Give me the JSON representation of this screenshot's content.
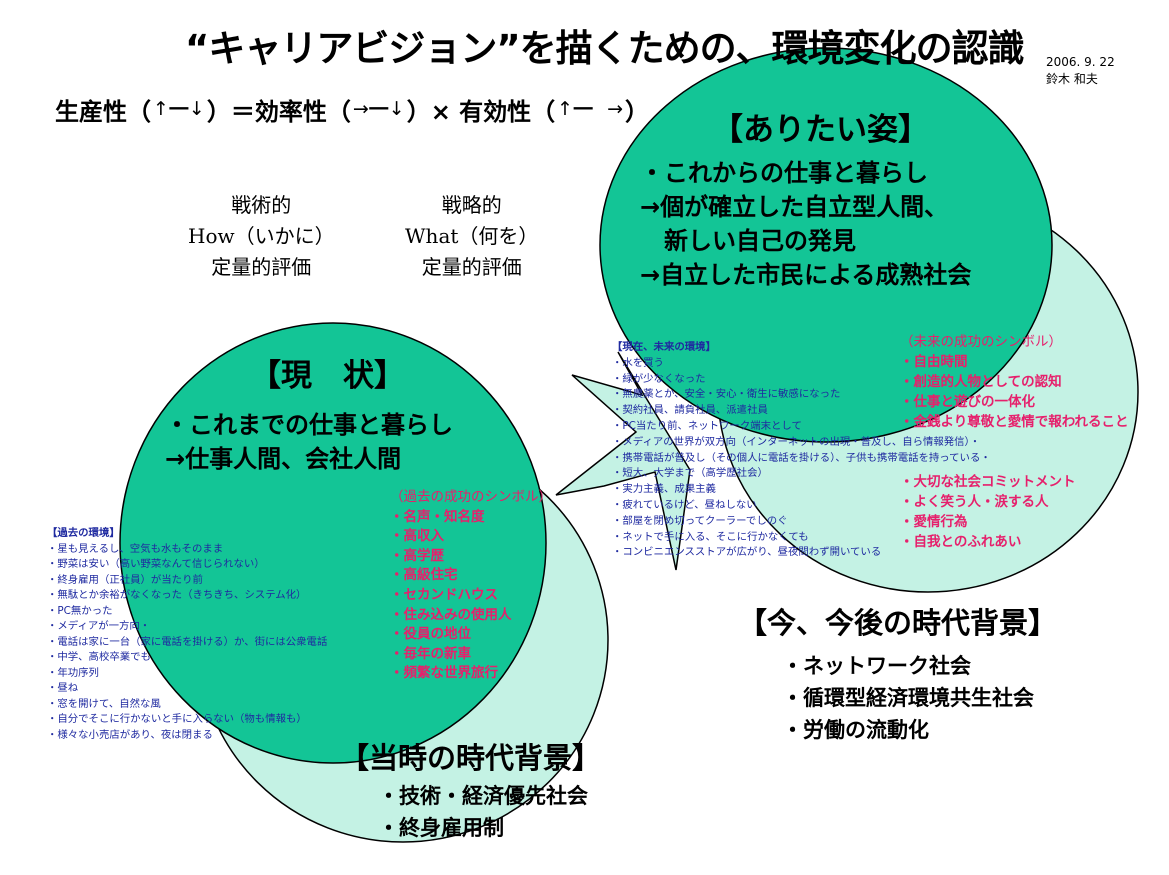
{
  "header": {
    "title": "“キャリアビジョン”を描くための、環境変化の認識",
    "date": "2006. 9. 22",
    "author": "鈴木 和夫"
  },
  "formula": {
    "productivity": "生産性",
    "equals_efficiency": "＝効率性",
    "times_effectiveness": "× 有効性",
    "open_paren": "（",
    "close_paren": "）",
    "bar": "一",
    "up_arrow": "↑",
    "down_arrow": "↓",
    "right_arrow": "→",
    "tactical": [
      "戦術的",
      "How（いかに）",
      "定量的評価"
    ],
    "strategic": [
      "戦略的",
      "What（何を）",
      "定量的評価"
    ]
  },
  "ideal": {
    "heading": "【ありたい姿】",
    "lines": [
      "・これからの仕事と暮らし",
      "→個が確立した自立型人間、",
      "　新しい自己の発見",
      "→自立した市民による成熟社会"
    ]
  },
  "current": {
    "heading": "【現　状】",
    "lines": [
      "・これまでの仕事と暮らし",
      "→仕事人間、会社人間"
    ]
  },
  "future_environment": [
    "【現在、未来の環境】",
    "・水を買う",
    "・緑が少なくなった",
    "・無農薬とか、安全・安心・衛生に敏感になった",
    "・契約社員、請負社員、派遣社員",
    "・PC当たり前、ネットワーク端末として",
    "・メディアの世界が双方向（インターネットの出現・普及し、自ら情報発信）・",
    "・携帯電話が普及し（その個人に電話を掛ける）、子供も携帯電話を持っている・",
    "・短大、大学まで（高学歴社会）",
    "・実力主義、成果主義",
    "・疲れているけど、昼ねしない",
    "・部屋を閉め切ってクーラーでしのぐ",
    "・ネットで手に入る、そこに行かなくても",
    "・コンビニエンスストアが広がり、昼夜問わず開いている"
  ],
  "future_symbols": [
    "（未来の成功のシンボル）",
    "・自由時間",
    "・創造的人物としての認知",
    "・仕事と遊びの一体化",
    "・金銭より尊敬と愛情で報われること",
    "",
    "",
    "・大切な社会コミットメント",
    "・よく笑う人・涙する人",
    "・愛情行為",
    "・自我とのふれあい"
  ],
  "past_environment": [
    "【過去の環境】",
    "・星も見えるし、空気も水もそのまま",
    "・野菜は安い（高い野菜なんて信じられない）",
    "・終身雇用（正社員）が当たり前",
    "・無駄とか余裕がなくなった（きちきち、システム化）",
    "・PC無かった",
    "・メディアが一方向・",
    "・電話は家に一台（家に電話を掛ける）か、街には公衆電話",
    "・中学、高校卒業でも",
    "・年功序列",
    "・昼ね",
    "・窓を開けて、自然な風",
    "・自分でそこに行かないと手に入らない（物も情報も）",
    "・様々な小売店があり、夜は閉まる"
  ],
  "past_symbols": [
    "（過去の成功のシンボル）",
    "・名声・知名度",
    "・高収入",
    "・高学歴",
    "・高級住宅",
    "・セカンドハウス",
    "・住み込みの使用人",
    "・役員の地位",
    "・毎年の新車",
    "・頻繁な世界旅行"
  ],
  "now_background": {
    "heading": "【今、今後の時代背景】",
    "items": [
      "・ネットワーク社会",
      "・循環型経済環境共生社会",
      "・労働の流動化"
    ]
  },
  "past_background": {
    "heading": "【当時の時代背景】",
    "items": [
      "・技術・経済優先社会",
      "・終身雇用制"
    ]
  },
  "colors": {
    "circle_dark": "#13c596",
    "circle_light": "#c4f2e4",
    "pink_text": "#e6206c",
    "blue_text": "#1f2aa0"
  }
}
